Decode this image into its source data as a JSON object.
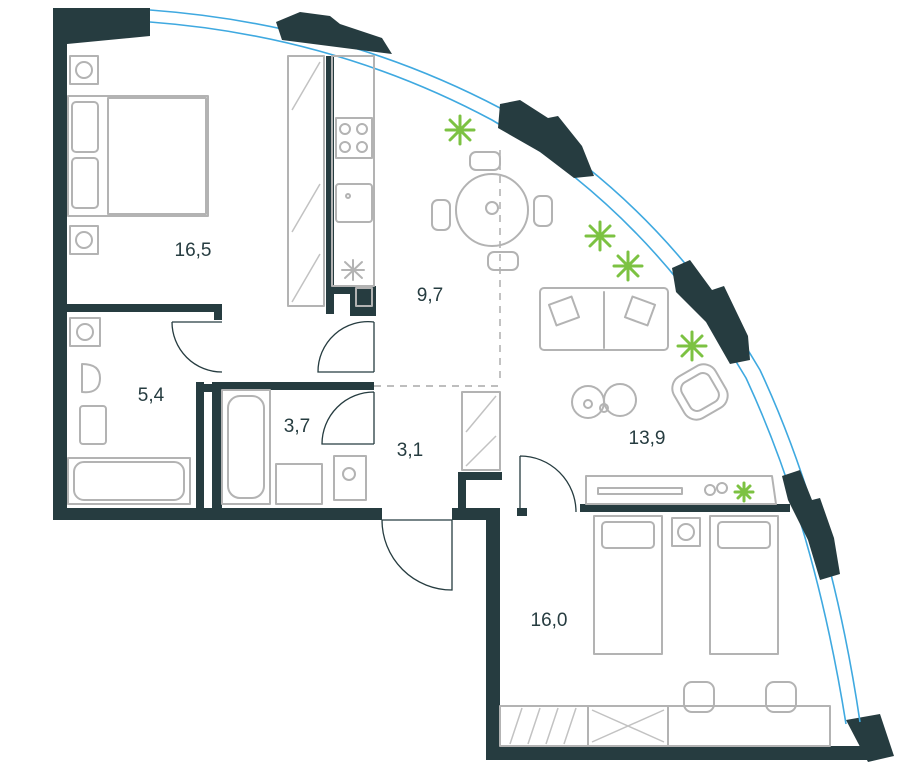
{
  "plan": {
    "rooms": [
      {
        "id": "bedroom-master",
        "area": "16,5"
      },
      {
        "id": "kitchen",
        "area": "9,7"
      },
      {
        "id": "bathroom",
        "area": "5,4"
      },
      {
        "id": "washroom",
        "area": "3,7"
      },
      {
        "id": "hallway",
        "area": "3,1"
      },
      {
        "id": "living",
        "area": "13,9"
      },
      {
        "id": "bedroom-kids",
        "area": "16,0"
      }
    ],
    "colors": {
      "wall": "#263c40",
      "window": "#3fa9e0",
      "furniture": "#b3b3b3",
      "plant": "#7cc242"
    },
    "icons": [
      "stove-icon",
      "sink-icon",
      "toilet-icon",
      "bathtub-icon",
      "bed-icon",
      "sofa-icon",
      "armchair-icon",
      "dining-table-icon",
      "plant-icon"
    ]
  }
}
